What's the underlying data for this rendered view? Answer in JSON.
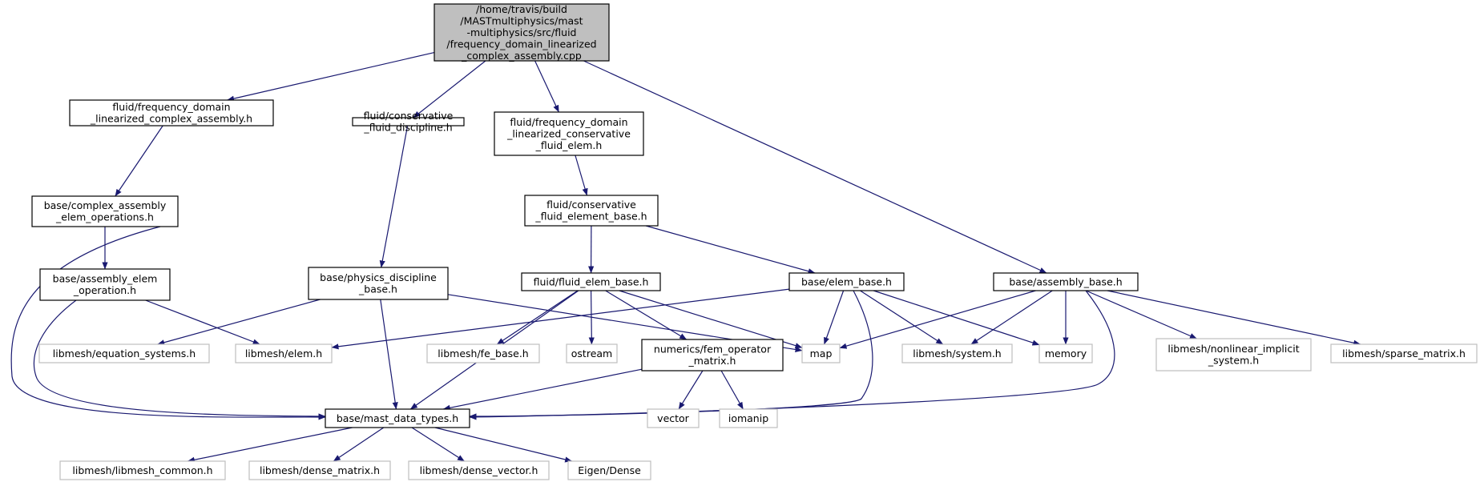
{
  "colors": {
    "edge": "#191970",
    "root_fill": "#bfbfbf",
    "node_fill": "#ffffff",
    "node_border": "#000000",
    "external_border": "#bfbfbf",
    "external_text": "#000000"
  },
  "nodes": [
    {
      "id": "root",
      "kind": "root",
      "lines": [
        "/home/travis/build",
        "/MASTmultiphysics/mast",
        "-multiphysics/src/fluid",
        "/frequency_domain_linearized",
        "_complex_assembly.cpp"
      ]
    },
    {
      "id": "fdlca_h",
      "kind": "internal",
      "lines": [
        "fluid/frequency_domain",
        "_linearized_complex_assembly.h"
      ]
    },
    {
      "id": "cons_disc_h",
      "kind": "internal",
      "lines": [
        "fluid/conservative",
        "_fluid_discipline.h"
      ]
    },
    {
      "id": "fdlcfe_h",
      "kind": "internal",
      "lines": [
        "fluid/frequency_domain",
        "_linearized_conservative",
        "_fluid_elem.h"
      ]
    },
    {
      "id": "complex_ops_h",
      "kind": "internal",
      "lines": [
        "base/complex_assembly",
        "_elem_operations.h"
      ]
    },
    {
      "id": "cons_feb_h",
      "kind": "internal",
      "lines": [
        "fluid/conservative",
        "_fluid_element_base.h"
      ]
    },
    {
      "id": "assembly_op_h",
      "kind": "internal",
      "lines": [
        "base/assembly_elem",
        "_operation.h"
      ]
    },
    {
      "id": "phys_disc_h",
      "kind": "internal",
      "lines": [
        "base/physics_discipline",
        "_base.h"
      ]
    },
    {
      "id": "fluid_elem_base_h",
      "kind": "internal",
      "lines": [
        "fluid/fluid_elem_base.h"
      ]
    },
    {
      "id": "elem_base_h",
      "kind": "internal",
      "lines": [
        "base/elem_base.h"
      ]
    },
    {
      "id": "assembly_base_h",
      "kind": "internal",
      "lines": [
        "base/assembly_base.h"
      ]
    },
    {
      "id": "eq_sys_h",
      "kind": "external",
      "lines": [
        "libmesh/equation_systems.h"
      ]
    },
    {
      "id": "elem_h",
      "kind": "external",
      "lines": [
        "libmesh/elem.h"
      ]
    },
    {
      "id": "fe_base_h",
      "kind": "external",
      "lines": [
        "libmesh/fe_base.h"
      ]
    },
    {
      "id": "ostream",
      "kind": "external",
      "lines": [
        "ostream"
      ]
    },
    {
      "id": "fem_op_h",
      "kind": "internal",
      "lines": [
        "numerics/fem_operator",
        "_matrix.h"
      ]
    },
    {
      "id": "map",
      "kind": "external",
      "lines": [
        "map"
      ]
    },
    {
      "id": "system_h",
      "kind": "external",
      "lines": [
        "libmesh/system.h"
      ]
    },
    {
      "id": "memory",
      "kind": "external",
      "lines": [
        "memory"
      ]
    },
    {
      "id": "nonlinear_h",
      "kind": "external",
      "lines": [
        "libmesh/nonlinear_implicit",
        "_system.h"
      ]
    },
    {
      "id": "sparse_h",
      "kind": "external",
      "lines": [
        "libmesh/sparse_matrix.h"
      ]
    },
    {
      "id": "mast_types_h",
      "kind": "internal",
      "lines": [
        "base/mast_data_types.h"
      ]
    },
    {
      "id": "vector",
      "kind": "external",
      "lines": [
        "vector"
      ]
    },
    {
      "id": "iomanip",
      "kind": "external",
      "lines": [
        "iomanip"
      ]
    },
    {
      "id": "libmesh_common_h",
      "kind": "external",
      "lines": [
        "libmesh/libmesh_common.h"
      ]
    },
    {
      "id": "dense_matrix_h",
      "kind": "external",
      "lines": [
        "libmesh/dense_matrix.h"
      ]
    },
    {
      "id": "dense_vector_h",
      "kind": "external",
      "lines": [
        "libmesh/dense_vector.h"
      ]
    },
    {
      "id": "eigen_dense",
      "kind": "external",
      "lines": [
        "Eigen/Dense"
      ]
    }
  ],
  "edges": [
    [
      "root",
      "fdlca_h"
    ],
    [
      "root",
      "cons_disc_h"
    ],
    [
      "root",
      "fdlcfe_h"
    ],
    [
      "root",
      "assembly_base_h"
    ],
    [
      "fdlca_h",
      "complex_ops_h"
    ],
    [
      "complex_ops_h",
      "assembly_op_h"
    ],
    [
      "complex_ops_h",
      "mast_types_h"
    ],
    [
      "assembly_op_h",
      "elem_h"
    ],
    [
      "assembly_op_h",
      "mast_types_h"
    ],
    [
      "cons_disc_h",
      "phys_disc_h"
    ],
    [
      "phys_disc_h",
      "eq_sys_h"
    ],
    [
      "phys_disc_h",
      "mast_types_h"
    ],
    [
      "phys_disc_h",
      "map"
    ],
    [
      "fdlcfe_h",
      "cons_feb_h"
    ],
    [
      "cons_feb_h",
      "fluid_elem_base_h"
    ],
    [
      "cons_feb_h",
      "elem_base_h"
    ],
    [
      "fluid_elem_base_h",
      "mast_types_h"
    ],
    [
      "fluid_elem_base_h",
      "fe_base_h"
    ],
    [
      "fluid_elem_base_h",
      "ostream"
    ],
    [
      "fluid_elem_base_h",
      "fem_op_h"
    ],
    [
      "fluid_elem_base_h",
      "map"
    ],
    [
      "elem_base_h",
      "elem_h"
    ],
    [
      "elem_base_h",
      "map"
    ],
    [
      "elem_base_h",
      "system_h"
    ],
    [
      "elem_base_h",
      "memory"
    ],
    [
      "elem_base_h",
      "mast_types_h"
    ],
    [
      "assembly_base_h",
      "map"
    ],
    [
      "assembly_base_h",
      "system_h"
    ],
    [
      "assembly_base_h",
      "memory"
    ],
    [
      "assembly_base_h",
      "nonlinear_h"
    ],
    [
      "assembly_base_h",
      "sparse_h"
    ],
    [
      "assembly_base_h",
      "mast_types_h"
    ],
    [
      "fem_op_h",
      "mast_types_h"
    ],
    [
      "fem_op_h",
      "vector"
    ],
    [
      "fem_op_h",
      "iomanip"
    ],
    [
      "mast_types_h",
      "libmesh_common_h"
    ],
    [
      "mast_types_h",
      "dense_matrix_h"
    ],
    [
      "mast_types_h",
      "dense_vector_h"
    ],
    [
      "mast_types_h",
      "eigen_dense"
    ]
  ]
}
